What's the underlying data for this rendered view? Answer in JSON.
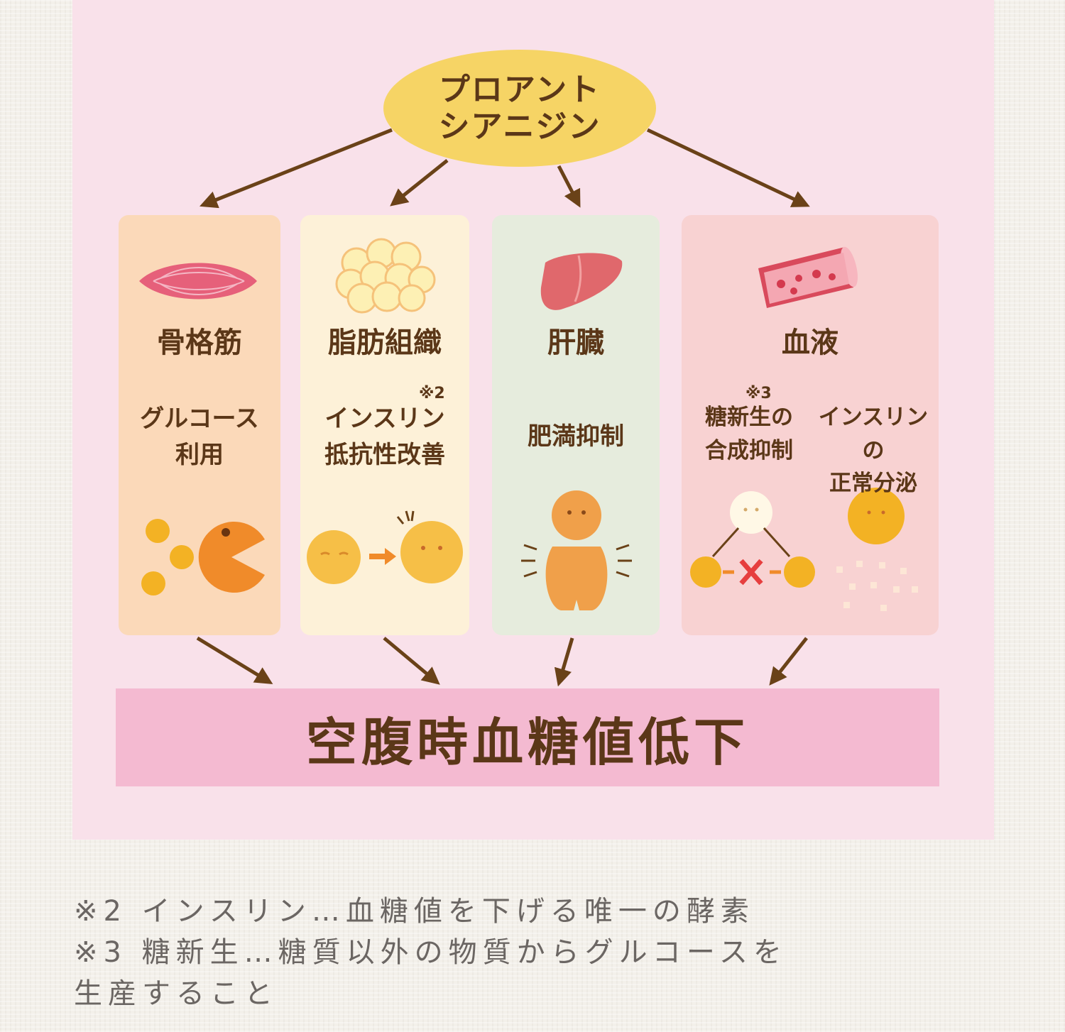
{
  "top_node": {
    "line1": "プロアント",
    "line2": "シアニジン"
  },
  "columns": [
    {
      "organ": "骨格筋",
      "effect_lines": [
        "グルコース",
        "利用"
      ],
      "bg": "#fbd9b9"
    },
    {
      "organ": "脂肪組織",
      "note": "※2",
      "effect_lines": [
        "インスリン",
        "抵抗性改善"
      ],
      "bg": "#fdf1d8"
    },
    {
      "organ": "肝臓",
      "effect_lines": [
        "肥満抑制"
      ],
      "bg": "#e6ecdd"
    },
    {
      "organ": "血液",
      "note": "※3",
      "effect_a": [
        "糖新生の",
        "合成抑制"
      ],
      "effect_b": [
        "インスリンの",
        "正常分泌"
      ],
      "bg": "#f8d2d2"
    }
  ],
  "result": "空腹時血糖値低下",
  "footnotes": [
    "※2 インスリン…血糖値を下げる唯一の酵素",
    "※3 糖新生…糖質以外の物質からグルコースを",
    "生産すること"
  ],
  "colors": {
    "text": "#5b3718",
    "arrow": "#6a4218",
    "accent_orange": "#f0a13c",
    "cross": "#e63e3e"
  },
  "icons": [
    "muscle-icon",
    "fat-cells-icon",
    "liver-icon",
    "blood-vessel-icon",
    "pacman-icon",
    "fat-cell-character-icon",
    "body-figure-icon",
    "cell-cross-icon",
    "sun-cell-icon"
  ]
}
